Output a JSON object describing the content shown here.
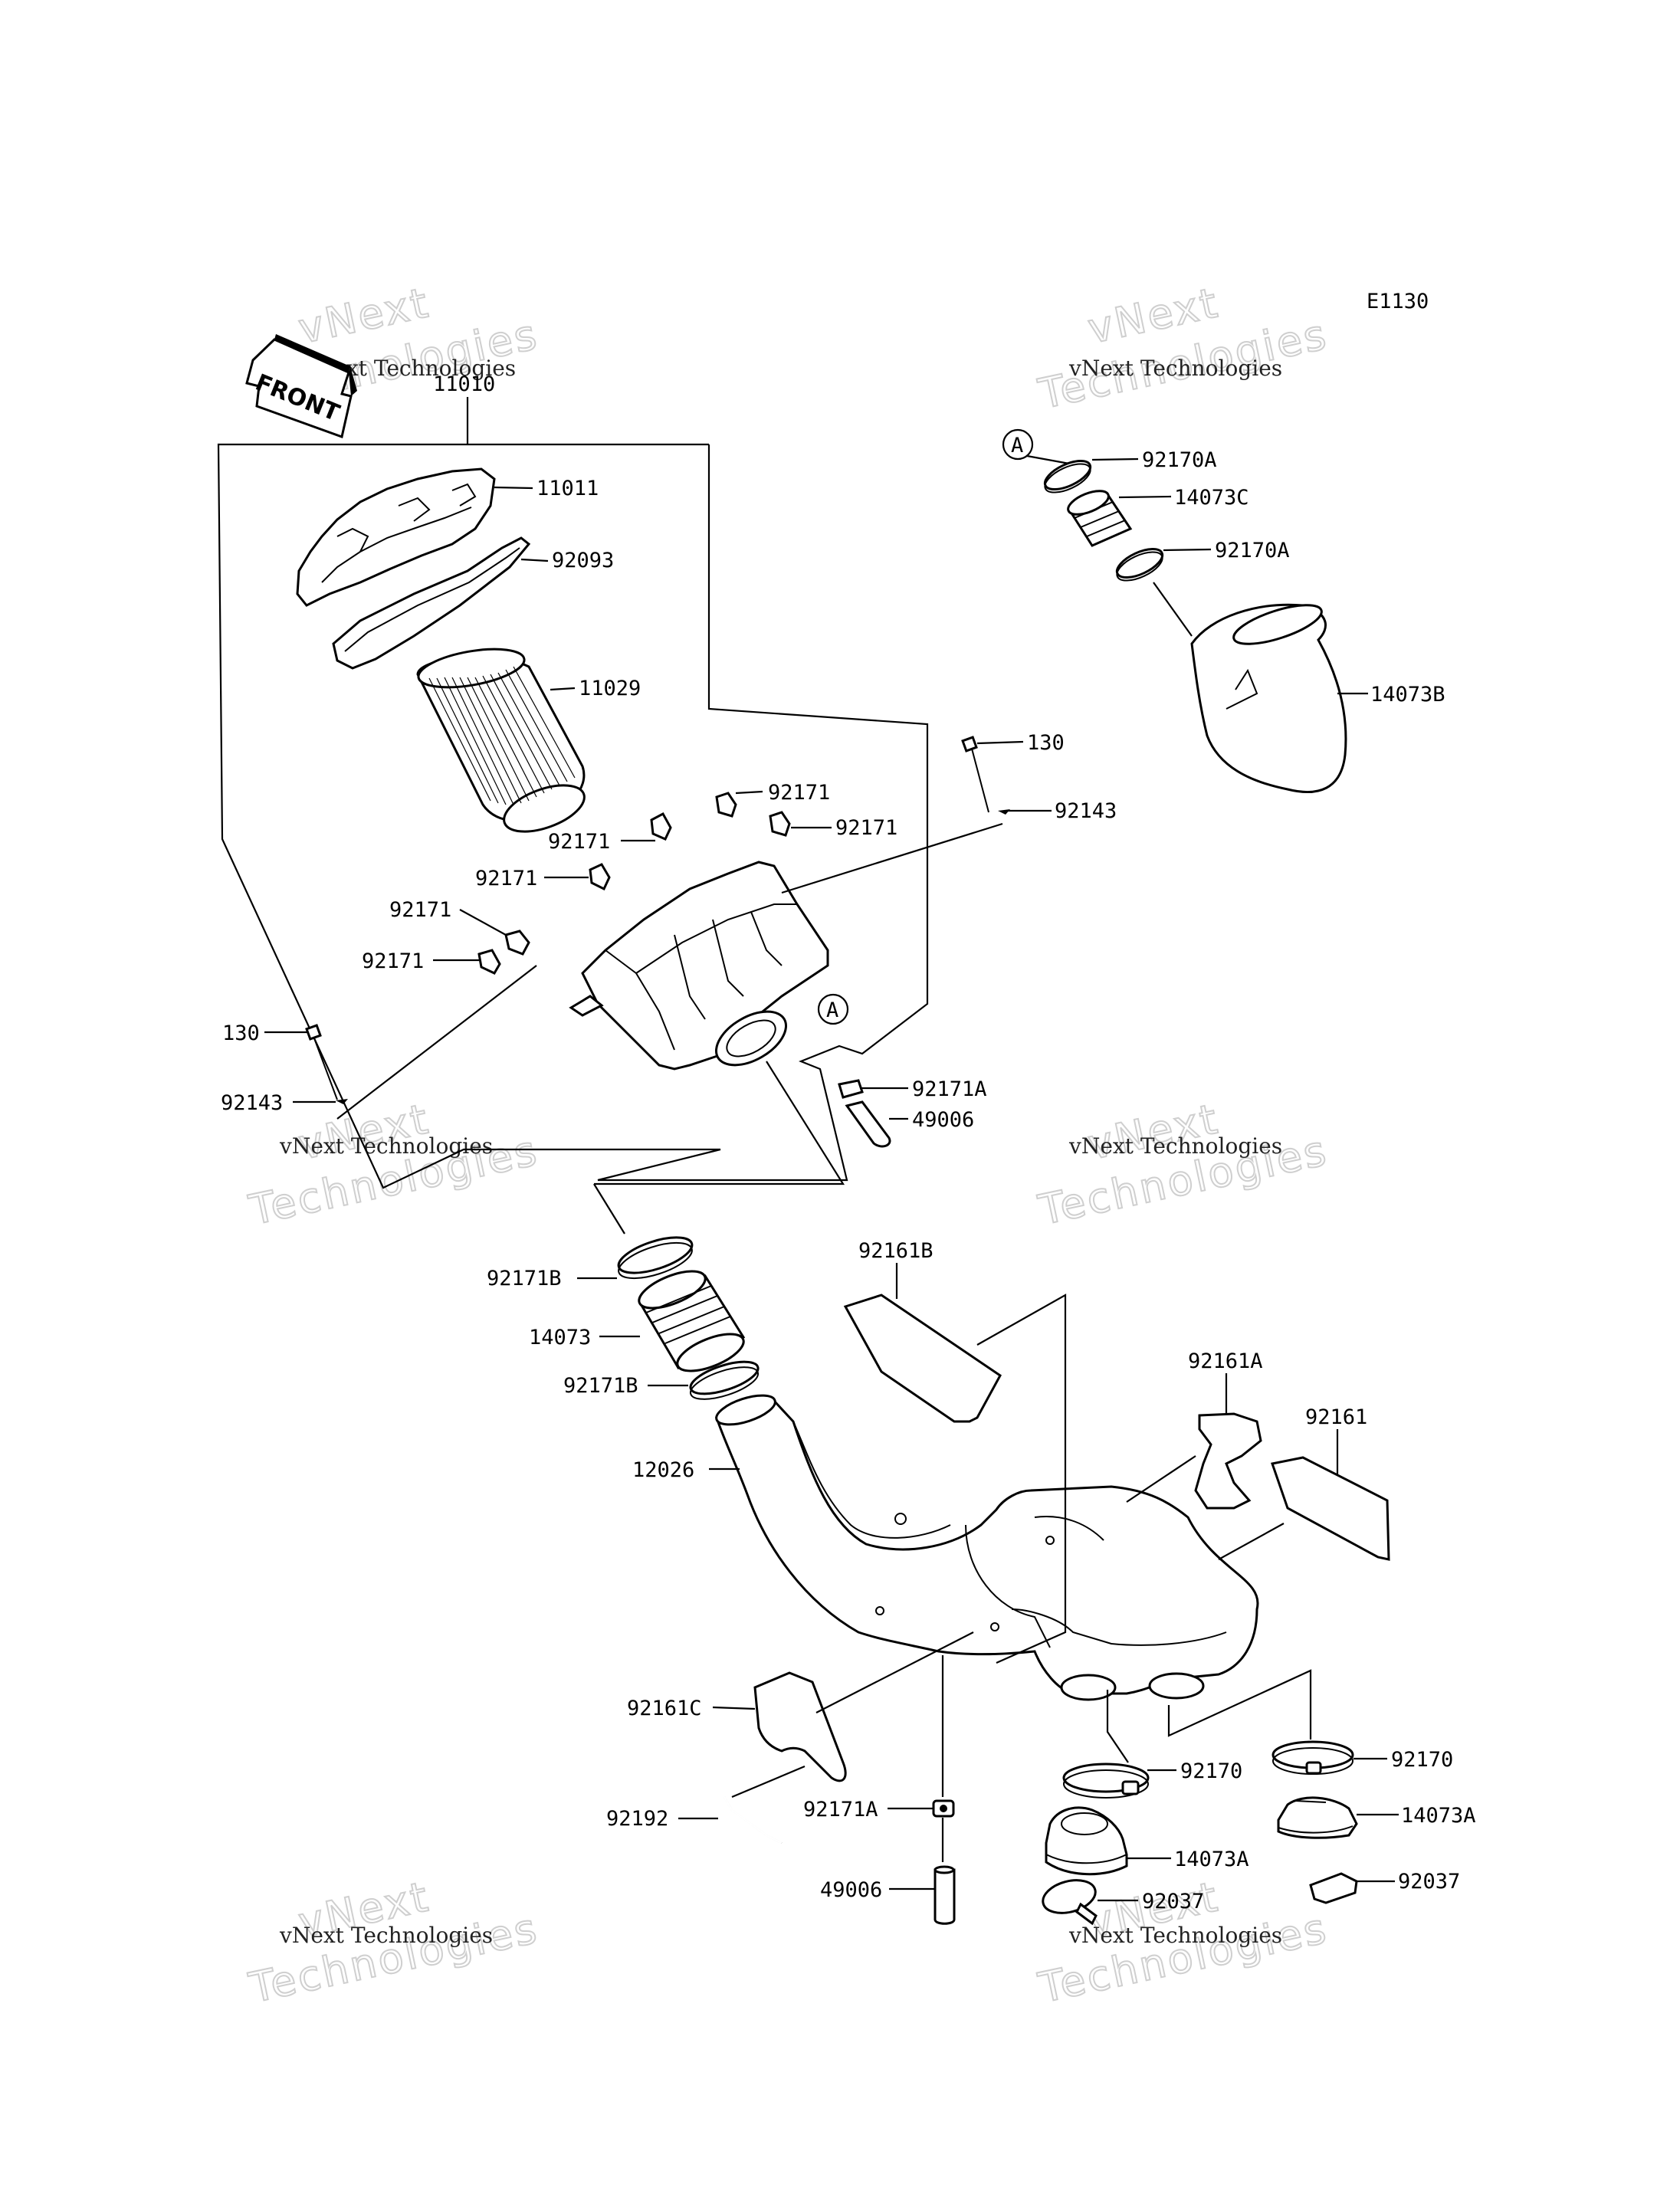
{
  "diagram_code": "E1130",
  "front_label": "FRONT",
  "ref_marker": "A",
  "watermark": {
    "line1": "vNext Technologies",
    "big_line1": "vNext",
    "big_line2": "Technologies"
  },
  "callouts": {
    "c11010": "11010",
    "c11011": "11011",
    "c92093": "92093",
    "c11029": "11029",
    "c92171_a": "92171",
    "c92171_b": "92171",
    "c92171_c": "92171",
    "c92171_d": "92171",
    "c92171_e": "92171",
    "c92171_f": "92171",
    "c130_top": "130",
    "c92143_top": "92143",
    "c130_left": "130",
    "c92143_left": "92143",
    "c92171A_top": "92171A",
    "c49006_top": "49006",
    "c92170A_1": "92170A",
    "c14073C": "14073C",
    "c92170A_2": "92170A",
    "c14073B": "14073B",
    "c92171B_1": "92171B",
    "c14073": "14073",
    "c92171B_2": "92171B",
    "c12026": "12026",
    "c92161B": "92161B",
    "c92161A": "92161A",
    "c92161": "92161",
    "c92161C": "92161C",
    "c92192": "92192",
    "c92171A_bottom": "92171A",
    "c49006_bottom": "49006",
    "c92170_mid": "92170",
    "c14073A_mid": "14073A",
    "c92037_mid": "92037",
    "c92170_right": "92170",
    "c14073A_right": "14073A",
    "c92037_right": "92037"
  }
}
